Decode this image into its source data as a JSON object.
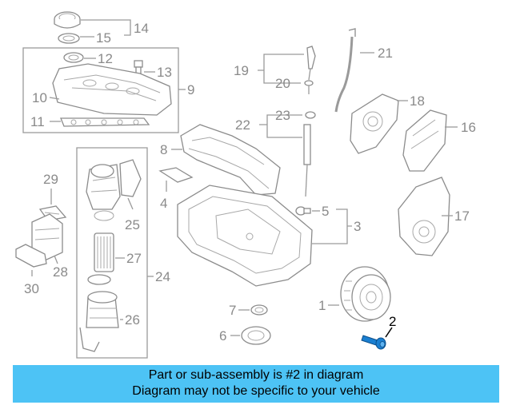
{
  "colors": {
    "banner_background": "#4dc3f5",
    "highlight_part": "#1a7fd1",
    "callout_gray": "#8a8a8a"
  },
  "callouts": {
    "c1": "1",
    "c2": "2",
    "c3": "3",
    "c4": "4",
    "c5": "5",
    "c6": "6",
    "c7": "7",
    "c8": "8",
    "c9": "9",
    "c10": "10",
    "c11": "11",
    "c12": "12",
    "c13": "13",
    "c14": "14",
    "c15": "15",
    "c16": "16",
    "c17": "17",
    "c18": "18",
    "c19": "19",
    "c20": "20",
    "c21": "21",
    "c22": "22",
    "c23": "23",
    "c24": "24",
    "c25": "25",
    "c26": "26",
    "c27": "27",
    "c28": "28",
    "c29": "29",
    "c30": "30"
  },
  "banner": {
    "line1": "Part or sub-assembly is #2 in diagram",
    "line2": "Diagram may not be specific to your vehicle"
  }
}
